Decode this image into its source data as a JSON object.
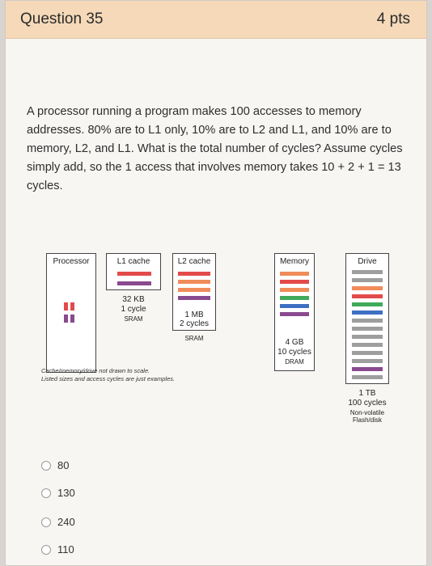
{
  "header": {
    "title": "Question 35",
    "points": "4 pts"
  },
  "question": {
    "text": "A processor running a program makes 100 accesses to memory addresses. 80% are to L1 only, 10% are to L2 and L1, and 10% are to memory, L2, and L1. What is the total number of cycles? Assume cycles simply add, so the 1 access that involves memory takes 10 + 2 + 1 = 13 cycles."
  },
  "diagram": {
    "processor": {
      "label": "Processor"
    },
    "l1": {
      "label": "L1 cache",
      "size": "32 KB",
      "cycles": "1 cycle",
      "type": "SRAM"
    },
    "l2": {
      "label": "L2 cache",
      "size": "1 MB",
      "cycles": "2 cycles",
      "type": "SRAM"
    },
    "memory": {
      "label": "Memory",
      "size": "4 GB",
      "cycles": "10 cycles",
      "type": "DRAM"
    },
    "drive": {
      "label": "Drive",
      "size": "1 TB",
      "cycles": "100 cycles",
      "type_line1": "Non-volatile",
      "type_line2": "Flash/disk"
    },
    "note_line1": "Cache/memory/drive not drawn to scale.",
    "note_line2": "Listed sizes and access cycles are just examples.",
    "colors": {
      "red": "#e34a4a",
      "purple": "#8a4a8f",
      "orange": "#f08c5a",
      "green": "#3faa5a",
      "blue": "#3f6fc2",
      "gray": "#9e9e9e"
    }
  },
  "options": [
    {
      "label": "80"
    },
    {
      "label": "130"
    },
    {
      "label": "240"
    },
    {
      "label": "110"
    }
  ]
}
